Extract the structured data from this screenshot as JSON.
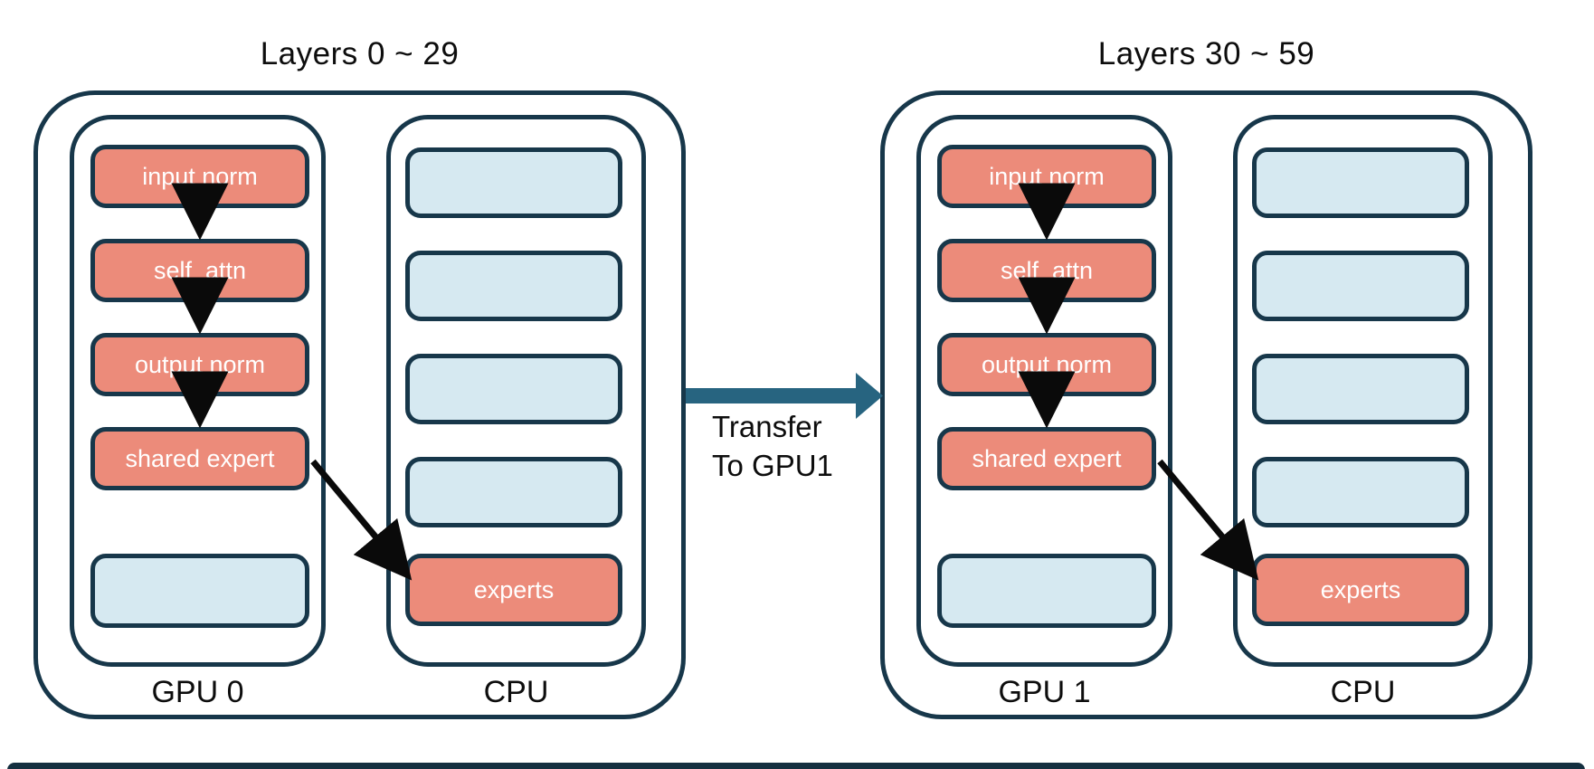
{
  "diagram": {
    "description": "Two-GPU MoE layer placement diagram with CPU-offloaded experts"
  },
  "groups": [
    {
      "title": "Layers 0 ~ 29",
      "gpu": {
        "label": "GPU 0",
        "boxes": [
          "input norm",
          "self_attn",
          "output norm",
          "shared expert"
        ],
        "empty_slot_count": 1
      },
      "cpu": {
        "label": "CPU",
        "empty_slot_count": 4,
        "boxes": [
          "experts"
        ]
      }
    },
    {
      "title": "Layers 30 ~ 59",
      "gpu": {
        "label": "GPU 1",
        "boxes": [
          "input norm",
          "self_attn",
          "output norm",
          "shared expert"
        ],
        "empty_slot_count": 1
      },
      "cpu": {
        "label": "CPU",
        "empty_slot_count": 4,
        "boxes": [
          "experts"
        ]
      }
    }
  ],
  "transfer": {
    "line1": "Transfer",
    "line2": "To GPU1"
  },
  "colors": {
    "border_navy": "#17374a",
    "salmon_fill": "#ec8b7a",
    "light_blue_fill": "#d6e9f1",
    "transfer_arrow_blue": "#276480",
    "flow_arrow_black": "#0a0a0a",
    "bottom_bar": "#142f40",
    "background": "#ffffff"
  }
}
